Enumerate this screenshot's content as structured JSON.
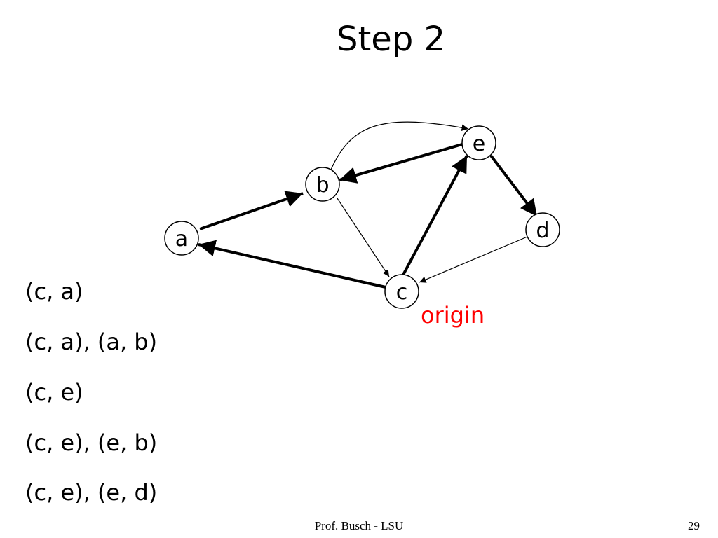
{
  "slide": {
    "title": "Step 2"
  },
  "graph": {
    "nodes": [
      {
        "id": "a",
        "label": "a"
      },
      {
        "id": "b",
        "label": "b"
      },
      {
        "id": "c",
        "label": "c"
      },
      {
        "id": "d",
        "label": "d"
      },
      {
        "id": "e",
        "label": "e"
      }
    ],
    "edges": [
      {
        "from": "a",
        "to": "b",
        "bold": true
      },
      {
        "from": "c",
        "to": "a",
        "bold": true
      },
      {
        "from": "c",
        "to": "e",
        "bold": true
      },
      {
        "from": "e",
        "to": "b",
        "bold": true
      },
      {
        "from": "e",
        "to": "d",
        "bold": true
      },
      {
        "from": "b",
        "to": "c",
        "bold": false
      },
      {
        "from": "d",
        "to": "c",
        "bold": false
      },
      {
        "from": "b",
        "to": "e",
        "bold": false
      }
    ],
    "origin_label": "origin",
    "origin_color": "#ff0000"
  },
  "paths": [
    "(c, a)",
    "(c, a), (a, b)",
    "(c, e)",
    "(c, e), (e, b)",
    "(c, e), (e, d)"
  ],
  "footer": {
    "credit": "Prof. Busch - LSU",
    "page": "29"
  }
}
